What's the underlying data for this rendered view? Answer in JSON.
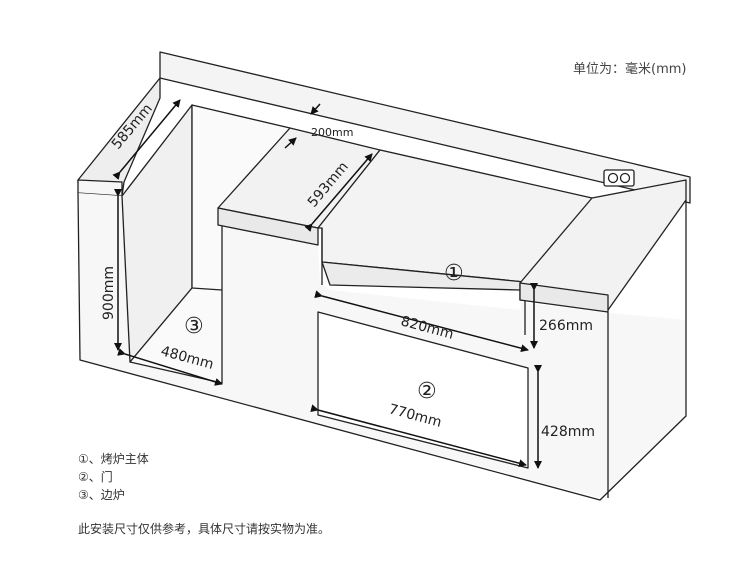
{
  "unit_label": "单位为：毫米(mm)",
  "dimensions": {
    "d585": "585mm",
    "d200": "200mm",
    "d593": "593mm",
    "d900": "900mm",
    "d480": "480mm",
    "d820": "820mm",
    "d266": "266mm",
    "d770": "770mm",
    "d428": "428mm"
  },
  "markers": {
    "m1": "①",
    "m2": "②",
    "m3": "③"
  },
  "legend": [
    "①、烤炉主体",
    "②、门",
    "③、边炉"
  ],
  "note": "此安装尺寸仅供参考，具体尺寸请按实物为准。"
}
